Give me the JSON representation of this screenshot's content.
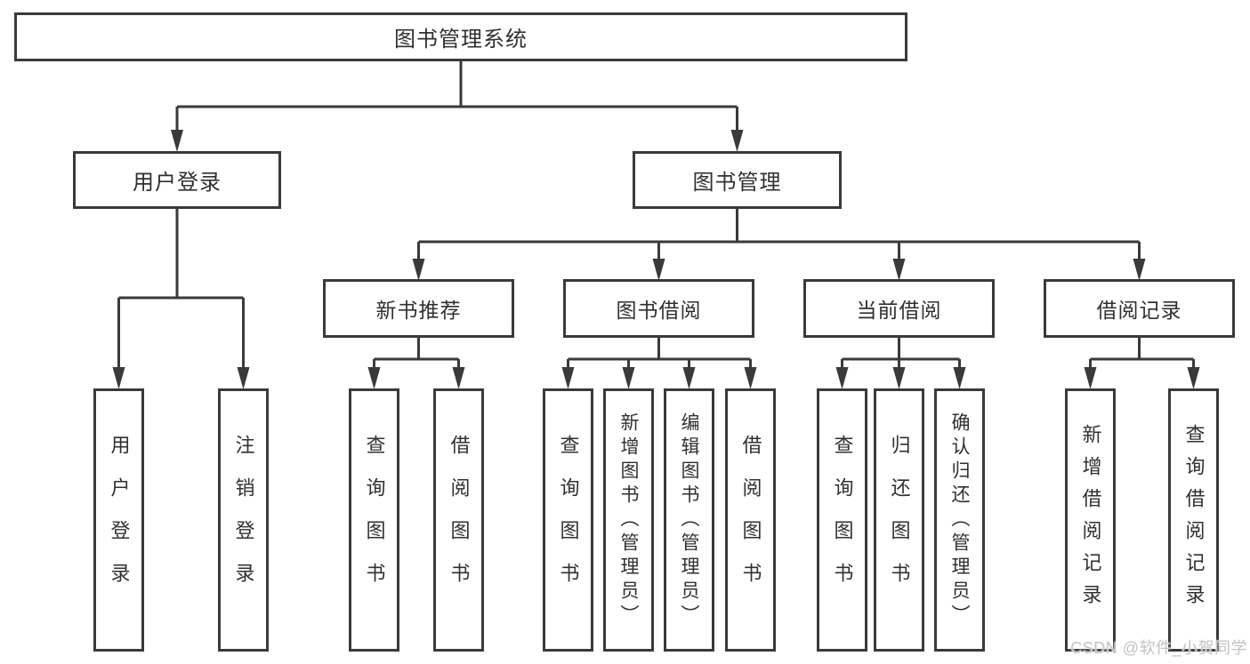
{
  "diagram": {
    "root": {
      "label": "图书管理系统"
    },
    "level1": [
      {
        "label": "用户登录"
      },
      {
        "label": "图书管理"
      }
    ],
    "level2": [
      {
        "label": "新书推荐"
      },
      {
        "label": "图书借阅"
      },
      {
        "label": "当前借阅"
      },
      {
        "label": "借阅记录"
      }
    ],
    "leaves": {
      "login": [
        {
          "label": "用户登录"
        },
        {
          "label": "注销登录"
        }
      ],
      "newbook": [
        {
          "label": "查询图书"
        },
        {
          "label": "借阅图书"
        }
      ],
      "borrow": [
        {
          "label": "查询图书"
        },
        {
          "label": "新增图书（管理员）"
        },
        {
          "label": "编辑图书（管理员）"
        },
        {
          "label": "借阅图书"
        }
      ],
      "current": [
        {
          "label": "查询图书"
        },
        {
          "label": "归还图书"
        },
        {
          "label": "确认归还（管理员）"
        }
      ],
      "records": [
        {
          "label": "新增借阅记录"
        },
        {
          "label": "查询借阅记录"
        }
      ]
    },
    "watermark": "CSDN @软件_小贺同学",
    "colors": {
      "line": "#3a3a3a",
      "text": "#303030",
      "watermark": "#c2c2c2",
      "background": "#ffffff"
    }
  }
}
